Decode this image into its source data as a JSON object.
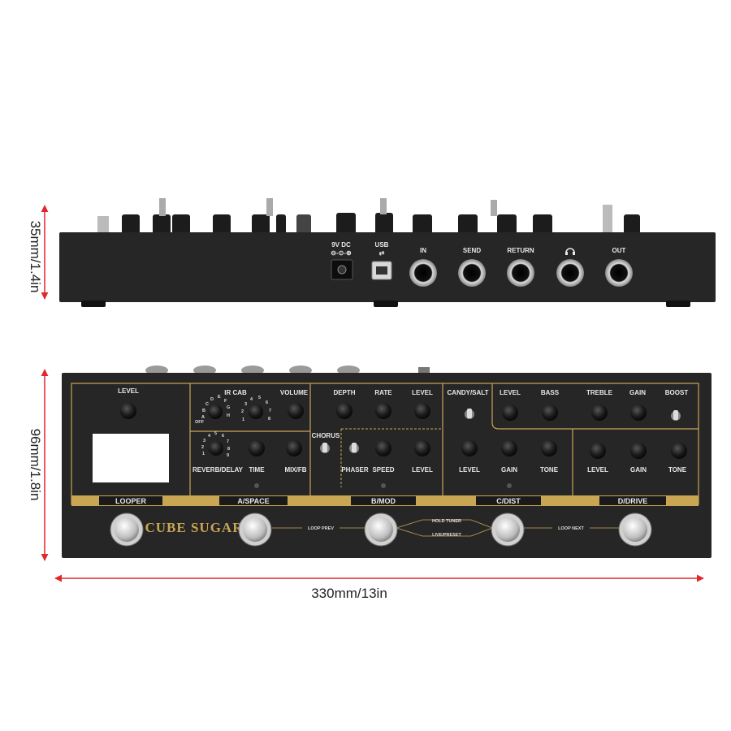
{
  "dimensions": {
    "height_rear": "35mm/1.4in",
    "height_top": "96mm/1.8in",
    "width": "330mm/13in",
    "arrow_color": "#e2262d"
  },
  "rear_panel": {
    "power_label": "9V DC",
    "power_symbol": "⊖-⊙-⊕",
    "usb_label": "USB",
    "usb_symbol": "⇄",
    "jacks": [
      "IN",
      "SEND",
      "RETURN",
      "OUT"
    ],
    "headphone_icon": "headphone-icon"
  },
  "top_panel": {
    "brand": "CUBE SUGAR",
    "looper": {
      "knob": "LEVEL",
      "section": "LOOPER"
    },
    "space": {
      "ir_cab": "IR CAB",
      "ir_scale_left": [
        "A",
        "B",
        "C",
        "D",
        "E",
        "F",
        "G",
        "H",
        "OFF"
      ],
      "ir_scale_right": [
        "1",
        "2",
        "3",
        "4",
        "5",
        "6",
        "7",
        "8"
      ],
      "volume": "VOLUME",
      "reverb_delay": "REVERB/DELAY",
      "time": "TIME",
      "mix_fb": "MIX/FB",
      "section": "A/SPACE"
    },
    "mod": {
      "depth": "DEPTH",
      "rate": "RATE",
      "level": "LEVEL",
      "chorus": "CHORUS",
      "phaser": "PHASER",
      "speed": "SPEED",
      "level2": "LEVEL",
      "section": "B/MOD"
    },
    "dist": {
      "candy_salt": "CANDY/SALT",
      "level": "LEVEL",
      "gain": "GAIN",
      "tone": "TONE",
      "section": "C/DIST"
    },
    "eq": {
      "level": "LEVEL",
      "bass": "BASS",
      "treble": "TREBLE",
      "gain": "GAIN",
      "boost": "BOOST"
    },
    "drive": {
      "level": "LEVEL",
      "gain": "GAIN",
      "tone": "TONE",
      "section": "D/DRIVE"
    },
    "footswitch_labels": {
      "loop_prev": "LOOP PREV",
      "hold_tuner": "HOLD TUNER",
      "live_preset": "LIVE/PRESET",
      "loop_next": "LOOP NEXT"
    }
  },
  "colors": {
    "panel": "#262626",
    "gold": "#c9a654",
    "label": "#e8e8e8"
  }
}
